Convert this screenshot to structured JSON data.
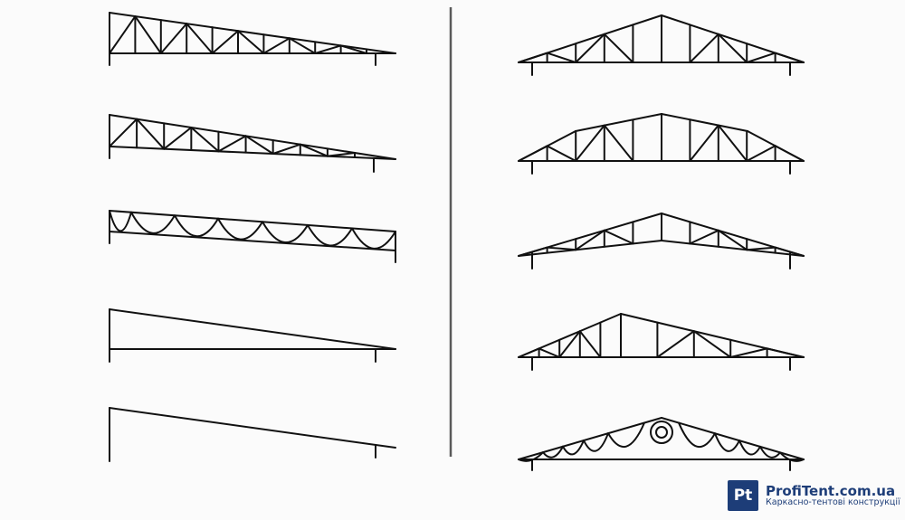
{
  "colors": {
    "line": "#111111",
    "divider": "#5a5a5a",
    "brand": "#1d3d78",
    "background": "#fbfbfb"
  },
  "logo": {
    "badge": "Pt",
    "name": "ProfiTent.com.ua",
    "tagline": "Каркасно-тентові конструкції"
  }
}
